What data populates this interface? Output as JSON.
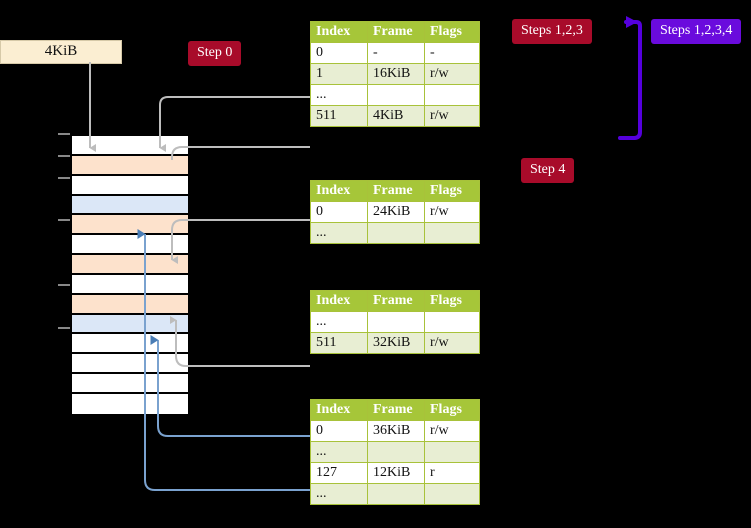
{
  "diagram": {
    "title": "Multi-level page table walk",
    "colors": {
      "table_header": "#a6c639",
      "table_alt_row": "#e8eed3",
      "highlight": "#fbf49c",
      "badge_red": "#a80b2a",
      "badge_purple": "#6a0bdd",
      "mem_orange": "#fde2cc",
      "mem_blue": "#dbe7f7",
      "kib_box": "#fbeed2",
      "wire_grey": "#b9b9b9",
      "wire_blue": "#7aa2cf",
      "arrow_purple": "#5500dd"
    }
  },
  "labels": {
    "kib_box": "4KiB",
    "step0": "Step 0",
    "steps123": "Steps 1,2,3",
    "steps1234": "Steps 1,2,3,4",
    "step4": "Step 4"
  },
  "tables": [
    {
      "id": "pml4",
      "headers": [
        "Index",
        "Frame",
        "Flags"
      ],
      "rows": [
        {
          "cells": [
            "0",
            "-",
            "-"
          ],
          "alt": false,
          "highlight": false
        },
        {
          "cells": [
            "1",
            "16KiB",
            "r/w"
          ],
          "alt": true,
          "highlight": false
        },
        {
          "cells": [
            "...",
            "",
            ""
          ],
          "alt": false,
          "highlight": false
        },
        {
          "cells": [
            "511",
            "4KiB",
            "r/w"
          ],
          "alt": true,
          "highlight": true
        }
      ]
    },
    {
      "id": "pdpt",
      "headers": [
        "Index",
        "Frame",
        "Flags"
      ],
      "rows": [
        {
          "cells": [
            "0",
            "24KiB",
            "r/w"
          ],
          "alt": false,
          "highlight": false
        },
        {
          "cells": [
            "...",
            "",
            ""
          ],
          "alt": true,
          "highlight": false
        }
      ]
    },
    {
      "id": "pd",
      "headers": [
        "Index",
        "Frame",
        "Flags"
      ],
      "rows": [
        {
          "cells": [
            "...",
            "",
            ""
          ],
          "alt": false,
          "highlight": false
        },
        {
          "cells": [
            "511",
            "32KiB",
            "r/w"
          ],
          "alt": true,
          "highlight": false
        }
      ]
    },
    {
      "id": "pt",
      "headers": [
        "Index",
        "Frame",
        "Flags"
      ],
      "rows": [
        {
          "cells": [
            "0",
            "36KiB",
            "r/w"
          ],
          "alt": false,
          "highlight": false
        },
        {
          "cells": [
            "...",
            "",
            ""
          ],
          "alt": true,
          "highlight": false
        },
        {
          "cells": [
            "127",
            "12KiB",
            "r"
          ],
          "alt": false,
          "highlight": false
        },
        {
          "cells": [
            "...",
            "",
            ""
          ],
          "alt": true,
          "highlight": false
        }
      ]
    }
  ],
  "memory_column": {
    "rows": [
      {
        "fill": "white"
      },
      {
        "fill": "orange"
      },
      {
        "fill": "white"
      },
      {
        "fill": "blue"
      },
      {
        "fill": "orange"
      },
      {
        "fill": "white"
      },
      {
        "fill": "orange"
      },
      {
        "fill": "white"
      },
      {
        "fill": "orange"
      },
      {
        "fill": "blue"
      },
      {
        "fill": "white"
      },
      {
        "fill": "white"
      },
      {
        "fill": "white"
      },
      {
        "fill": "white"
      }
    ]
  }
}
